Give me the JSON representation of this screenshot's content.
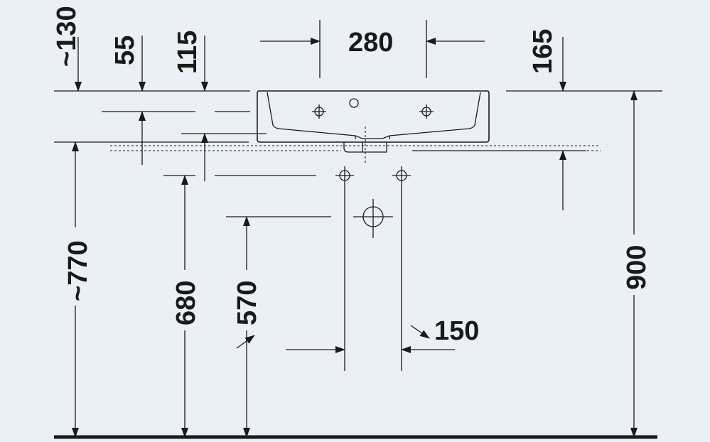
{
  "dimensions": {
    "d_130": "~130",
    "d_55": "55",
    "d_115": "115",
    "d_280": "280",
    "d_165": "165",
    "d_770": "~770",
    "d_680": "680",
    "d_570": "570",
    "d_150": "150",
    "d_900": "900"
  },
  "colors": {
    "background": "#eaf0f6",
    "ink": "#1a1a1a"
  }
}
